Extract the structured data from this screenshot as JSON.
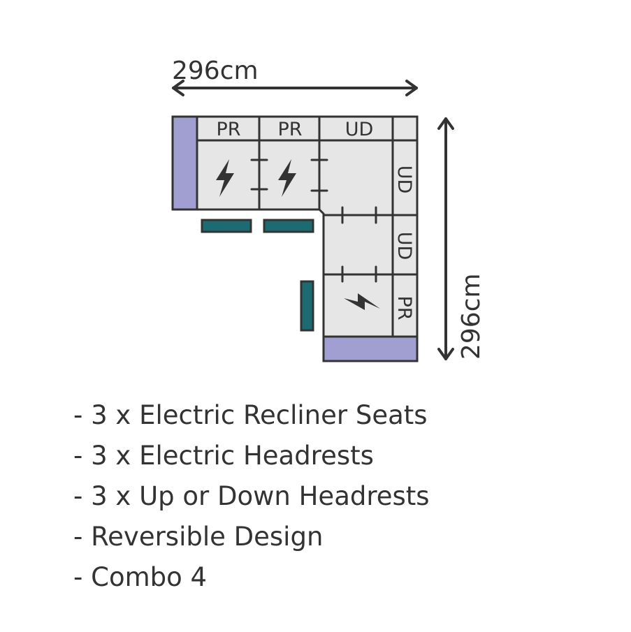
{
  "dimensions": {
    "width": "296cm",
    "depth": "296cm"
  },
  "headrest_labels": {
    "top_1": "PR",
    "top_2": "PR",
    "top_3": "UD",
    "side_1": "UD",
    "side_2": "UD",
    "side_3": "PR"
  },
  "features": [
    "- 3 x Electric Recliner Seats",
    "- 3 x Electric Headrests",
    "- 3 x Up or Down Headrests",
    "- Reversible Design",
    "- Combo 4"
  ],
  "colors": {
    "outline": "#333333",
    "seat_fill": "#e6e6e6",
    "arm_fill": "#a19fd1",
    "footrest_fill": "#1d6b72",
    "icon": "#333333"
  },
  "icons": [
    "lightning-bolt-icon",
    "connector-icon",
    "double-arrow-icon"
  ]
}
